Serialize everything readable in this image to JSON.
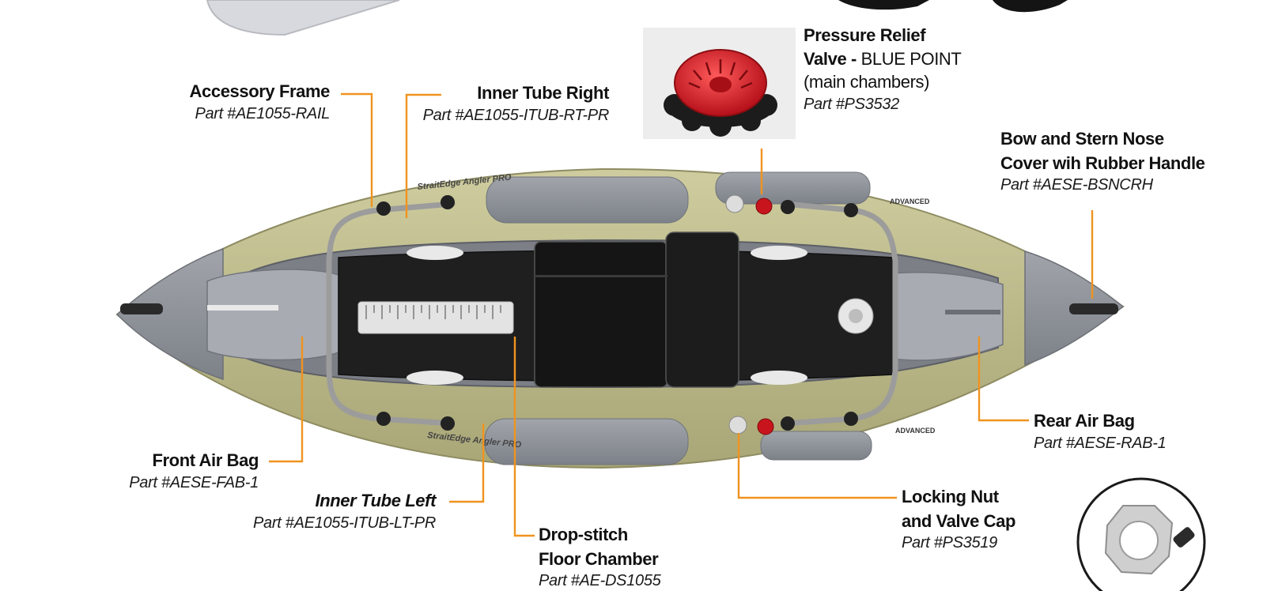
{
  "colors": {
    "leader": "#f0931f",
    "hull": "#bdbb8e",
    "tube_gray": "#8f939a",
    "floor": "#222222"
  },
  "figure": {
    "kayak_side_text": "StraitEdge Angler PRO",
    "brand_badge": "ADVANCED"
  },
  "callouts": {
    "accessory_frame": {
      "title": "Accessory Frame",
      "part": "Part #AE1055-RAIL"
    },
    "inner_tube_right": {
      "title": "Inner Tube Right",
      "part": "Part #AE1055-ITUB-RT-PR"
    },
    "pressure_relief": {
      "title_bold": "Pressure Relief",
      "title_bold2": "Valve - ",
      "title_plain": "BLUE POINT",
      "title_line3": "(main chambers)",
      "part": "Part #PS3532"
    },
    "bow_stern": {
      "line1": "Bow and Stern Nose",
      "line2": "Cover wih Rubber Handle",
      "part": "Part #AESE-BSNCRH"
    },
    "rear_air_bag": {
      "title": "Rear Air Bag",
      "part": "Part #AESE-RAB-1"
    },
    "front_air_bag": {
      "title": "Front Air Bag",
      "part": "Part #AESE-FAB-1"
    },
    "inner_tube_left": {
      "title": "Inner Tube Left",
      "part": "Part #AE1055-ITUB-LT-PR"
    },
    "drop_stitch": {
      "line1": "Drop-stitch",
      "line2": "Floor Chamber",
      "part": "Part #AE-DS1055"
    },
    "locking_nut": {
      "line1": "Locking Nut",
      "line2": "and Valve Cap",
      "part": "Part #PS3519"
    }
  }
}
